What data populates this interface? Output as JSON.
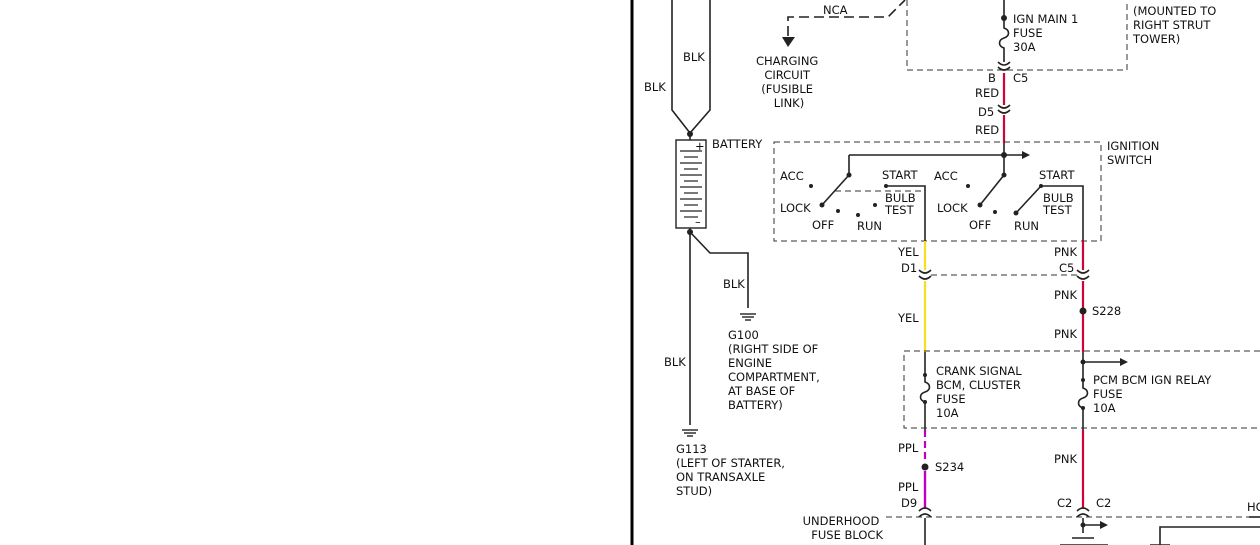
{
  "colors": {
    "wire_red": "#d4003a",
    "wire_yellow": "#f2e21a",
    "wire_purple": "#c000c0",
    "wire_black": "#222222",
    "background": "#ffffff"
  },
  "labels": {
    "nca": "NCA",
    "charging": [
      "CHARGING",
      "CIRCUIT",
      "(FUSIBLE",
      "LINK)"
    ],
    "mounted": [
      "(MOUNTED TO",
      "RIGHT STRUT",
      "TOWER)"
    ],
    "ign_main": [
      "IGN MAIN 1",
      "FUSE",
      "30A"
    ],
    "b": "B",
    "c5_top": "C5",
    "red_1": "RED",
    "d5": "D5",
    "red_2": "RED",
    "ign_switch": [
      "IGNITION",
      "SWITCH"
    ],
    "blk_top": "BLK",
    "blk_left": "BLK",
    "battery": "BATTERY",
    "plus": "+",
    "minus": "–",
    "blk_g100": "BLK",
    "g100": [
      "G100",
      "(RIGHT SIDE OF",
      "ENGINE",
      "COMPARTMENT,",
      "AT BASE OF",
      "BATTERY)"
    ],
    "blk_g113": "BLK",
    "g113": [
      "G113",
      "(LEFT OF STARTER,",
      "ON TRANSAXLE",
      "STUD)"
    ],
    "acc_l": "ACC",
    "start_l": "START",
    "lock_l": "LOCK",
    "bulb_l": [
      "BULB",
      "TEST"
    ],
    "off_l": "OFF",
    "run_l": "RUN",
    "acc_r": "ACC",
    "start_r": "START",
    "lock_r": "LOCK",
    "bulb_r": [
      "BULB",
      "TEST"
    ],
    "off_r": "OFF",
    "run_r": "RUN",
    "yel_1": "YEL",
    "d1": "D1",
    "yel_2": "YEL",
    "pnk_1": "PNK",
    "c5_mid": "C5",
    "pnk_2": "PNK",
    "s228": "S228",
    "pnk_3": "PNK",
    "crank": [
      "CRANK SIGNAL",
      "BCM, CLUSTER",
      "FUSE",
      "10A"
    ],
    "pcm": [
      "PCM BCM IGN RELAY",
      "FUSE",
      "10A"
    ],
    "ppl_1": "PPL",
    "s234": "S234",
    "ppl_2": "PPL",
    "d9": "D9",
    "pnk_4": "PNK",
    "c2_l": "C2",
    "c2_r": "C2",
    "underhood": [
      "UNDERHOOD",
      "FUSE BLOCK"
    ],
    "ho": "HO"
  }
}
